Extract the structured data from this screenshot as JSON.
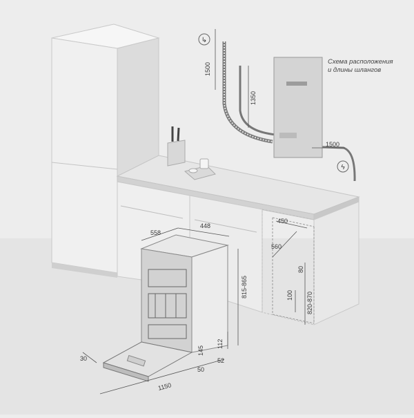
{
  "caption": {
    "line1": "Схема расположения",
    "line2": "и длины шлангов"
  },
  "dimensions": {
    "hose_drain": "1500",
    "hose_inlet": "1500",
    "drain_height": "1350",
    "dw_depth": "558",
    "dw_width": "448",
    "dw_height": "815-865",
    "plinth_h": "112",
    "foot_depth": "52",
    "plinth_gap": "145",
    "plinth_offset": "50",
    "door_thickness": "30",
    "open_reach": "1150",
    "niche_width": "450",
    "niche_depth": "560",
    "niche_height": "820-870",
    "niche_plinth": "100",
    "niche_vent": "80"
  },
  "icons": [
    "water-tap-icon",
    "plug-icon"
  ],
  "colors": {
    "background": "#ededed",
    "cabinet": "#f2f2f2",
    "shadow": "#d6d6d6",
    "line": "#555555"
  }
}
